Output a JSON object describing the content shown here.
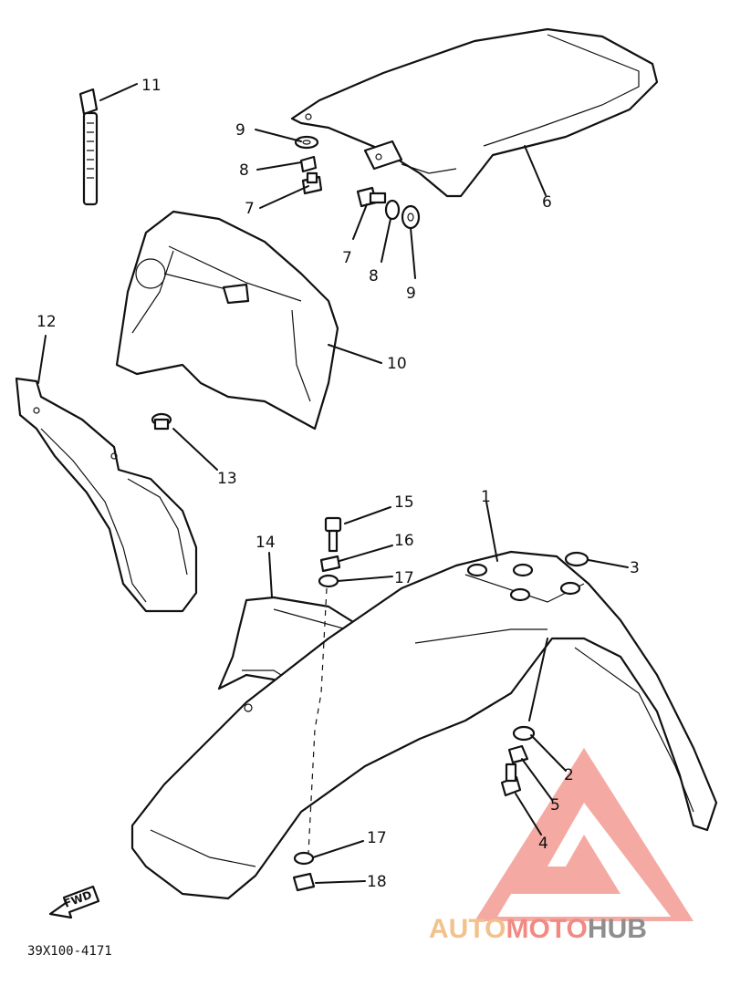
{
  "diagram": {
    "callouts": [
      {
        "id": "c1",
        "label": "1"
      },
      {
        "id": "c2",
        "label": "2"
      },
      {
        "id": "c3",
        "label": "3"
      },
      {
        "id": "c4",
        "label": "4"
      },
      {
        "id": "c5",
        "label": "5"
      },
      {
        "id": "c6",
        "label": "6"
      },
      {
        "id": "c7a",
        "label": "7"
      },
      {
        "id": "c7b",
        "label": "7"
      },
      {
        "id": "c8a",
        "label": "8"
      },
      {
        "id": "c8b",
        "label": "8"
      },
      {
        "id": "c9a",
        "label": "9"
      },
      {
        "id": "c9b",
        "label": "9"
      },
      {
        "id": "c10",
        "label": "10"
      },
      {
        "id": "c11",
        "label": "11"
      },
      {
        "id": "c12",
        "label": "12"
      },
      {
        "id": "c13",
        "label": "13"
      },
      {
        "id": "c14",
        "label": "14"
      },
      {
        "id": "c15",
        "label": "15"
      },
      {
        "id": "c16",
        "label": "16"
      },
      {
        "id": "c17a",
        "label": "17"
      },
      {
        "id": "c17b",
        "label": "17"
      },
      {
        "id": "c18",
        "label": "18"
      }
    ],
    "fwd_label": "FWD",
    "drawing_code": "39X100-4171"
  },
  "watermark": {
    "part1": "AUTO",
    "part2": "MOTO",
    "part3": "HUB",
    "colors": {
      "auto": "#f2c18c",
      "moto": "#f28a83",
      "hub": "#8e8e8e",
      "triangle": "#f39a93"
    }
  }
}
